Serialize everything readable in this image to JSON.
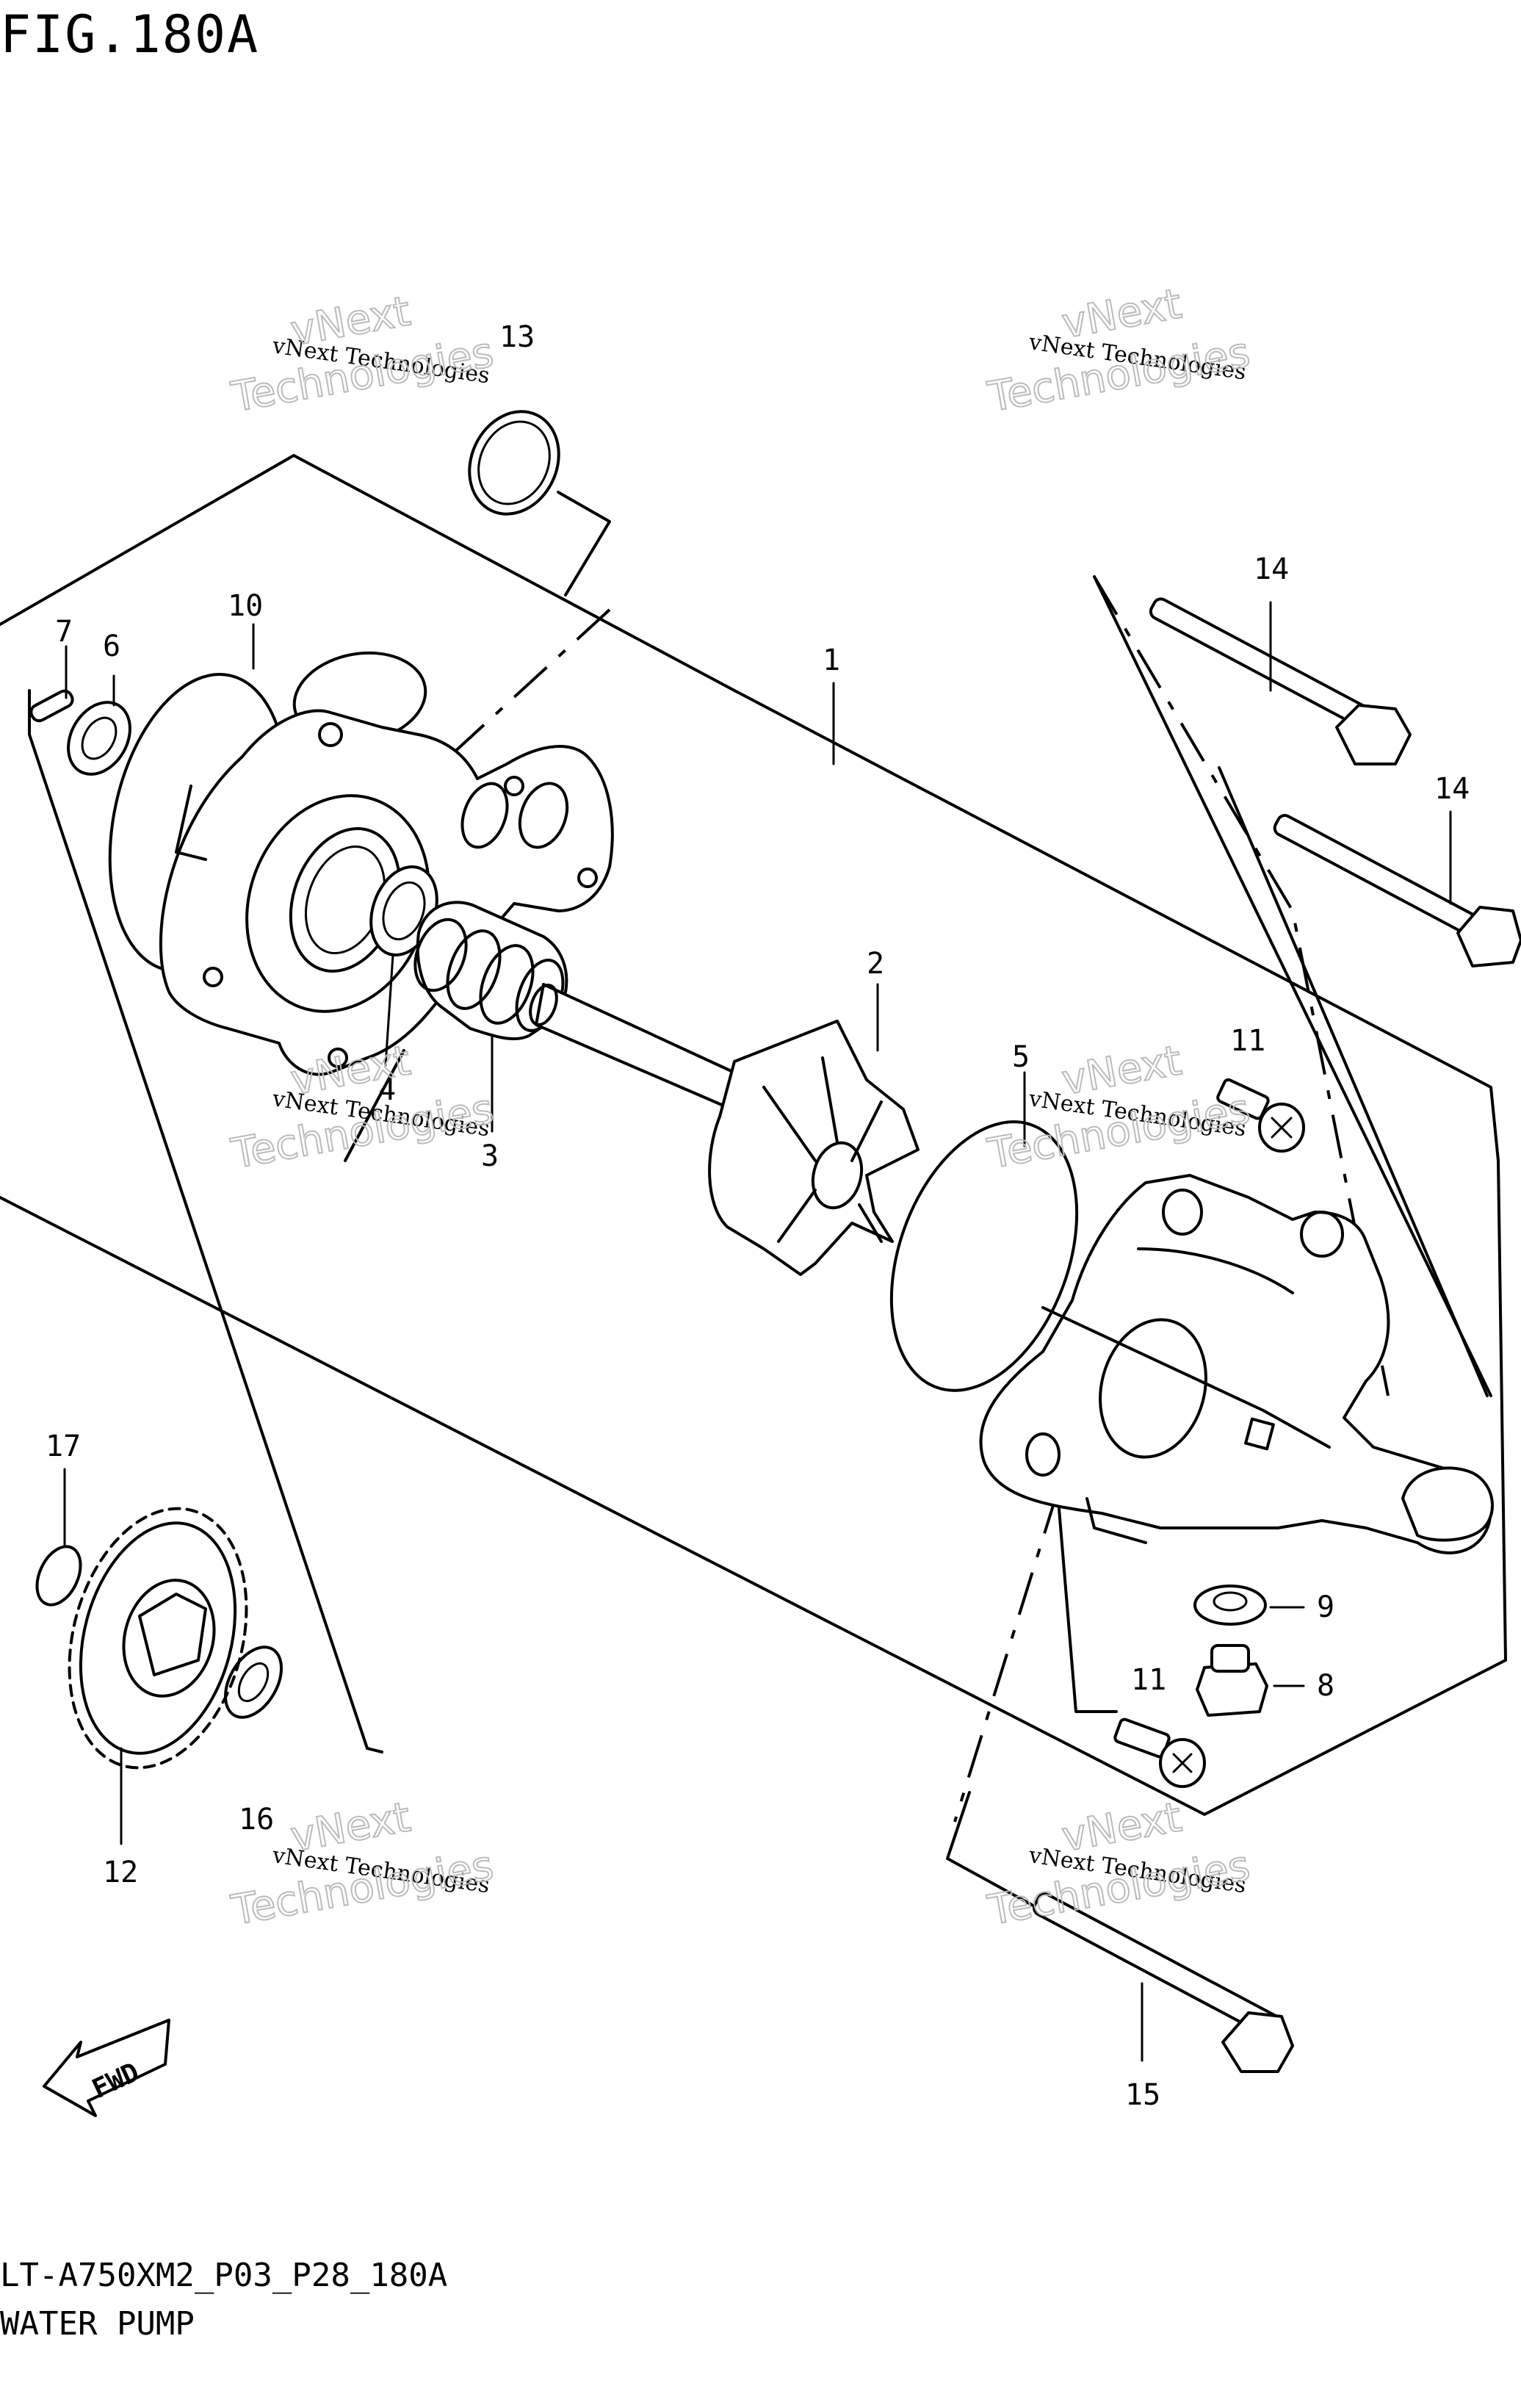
{
  "figure": {
    "title": "FIG.180A",
    "code": "LT-A750XM2_P03_P28_180A",
    "subtitle": "WATER PUMP"
  },
  "watermark": {
    "line1": "vNext Technologies",
    "line2": "Technologies",
    "line3": "vNext"
  },
  "parts": [
    {
      "key": "p1",
      "number": "1"
    },
    {
      "key": "p2",
      "number": "2"
    },
    {
      "key": "p3",
      "number": "3"
    },
    {
      "key": "p4",
      "number": "4"
    },
    {
      "key": "p5",
      "number": "5"
    },
    {
      "key": "p6",
      "number": "6"
    },
    {
      "key": "p7",
      "number": "7"
    },
    {
      "key": "p8",
      "number": "8"
    },
    {
      "key": "p9",
      "number": "9"
    },
    {
      "key": "p10",
      "number": "10"
    },
    {
      "key": "p11a",
      "number": "11"
    },
    {
      "key": "p11b",
      "number": "11"
    },
    {
      "key": "p12",
      "number": "12"
    },
    {
      "key": "p13",
      "number": "13"
    },
    {
      "key": "p14a",
      "number": "14"
    },
    {
      "key": "p14b",
      "number": "14"
    },
    {
      "key": "p15",
      "number": "15"
    },
    {
      "key": "p16",
      "number": "16"
    },
    {
      "key": "p17",
      "number": "17"
    }
  ],
  "fwd_arrow": {
    "label": "FWD"
  }
}
